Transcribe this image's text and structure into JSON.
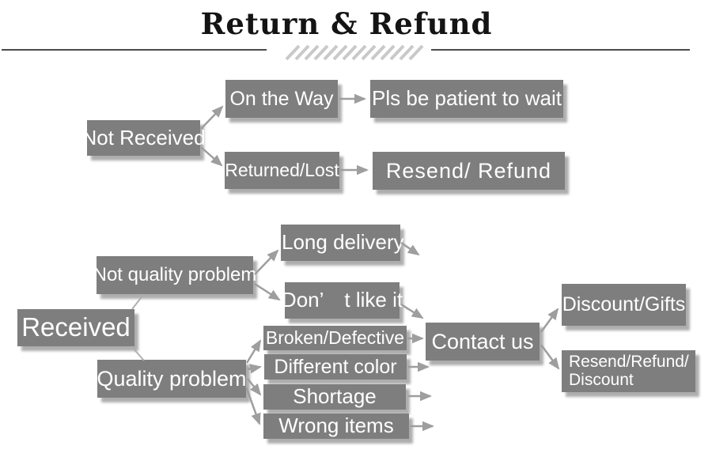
{
  "title": "Return & Refund",
  "colors": {
    "node_bg": "#7e7e7e",
    "node_text": "#ffffff",
    "arrow": "#9e9e9e",
    "connector": "#b0b0b0",
    "title_text": "#141414",
    "divider": "#4a4a4a",
    "hatch": "#c9c9c9",
    "background": "#ffffff"
  },
  "nodes": {
    "not_received": "Not Received",
    "on_the_way": "On the Way",
    "pls_be_patient": "Pls be patient to wait",
    "returned_lost": "Returned/Lost",
    "resend_refund": "Resend/ Refund",
    "received": "Received",
    "not_quality_problem": "Not quality problem",
    "long_delivery": "Long delivery",
    "dont_like_it": "Don’ t like it",
    "quality_problem": "Quality problem",
    "broken_defective": "Broken/Defective",
    "different_color": "Different color",
    "shortage": "Shortage",
    "wrong_items": "Wrong items",
    "contact_us": "Contact us",
    "discount_gifts": "Discount/Gifts",
    "resend_refund_discount": "Resend/Refund/\nDiscount"
  },
  "connections": [
    {
      "from": "Not Received",
      "to": "On the Way"
    },
    {
      "from": "Not Received",
      "to": "Returned/Lost"
    },
    {
      "from": "On the Way",
      "to": "Pls be patient to wait"
    },
    {
      "from": "Returned/Lost",
      "to": "Resend/ Refund"
    },
    {
      "from": "Received",
      "to": "Not quality problem"
    },
    {
      "from": "Received",
      "to": "Quality problem"
    },
    {
      "from": "Not quality problem",
      "to": "Long delivery"
    },
    {
      "from": "Not quality problem",
      "to": "Don’t like it"
    },
    {
      "from": "Long delivery",
      "to": "Contact us"
    },
    {
      "from": "Don’t like it",
      "to": "Contact us"
    },
    {
      "from": "Quality problem",
      "to": "Broken/Defective"
    },
    {
      "from": "Quality problem",
      "to": "Different color"
    },
    {
      "from": "Quality problem",
      "to": "Shortage"
    },
    {
      "from": "Quality problem",
      "to": "Wrong items"
    },
    {
      "from": "Broken/Defective",
      "to": "Contact us"
    },
    {
      "from": "Different color",
      "to": "Contact us"
    },
    {
      "from": "Shortage",
      "to": "Contact us"
    },
    {
      "from": "Wrong items",
      "to": "Contact us"
    },
    {
      "from": "Contact us",
      "to": "Discount/Gifts"
    },
    {
      "from": "Contact us",
      "to": "Resend/Refund/Discount"
    }
  ]
}
